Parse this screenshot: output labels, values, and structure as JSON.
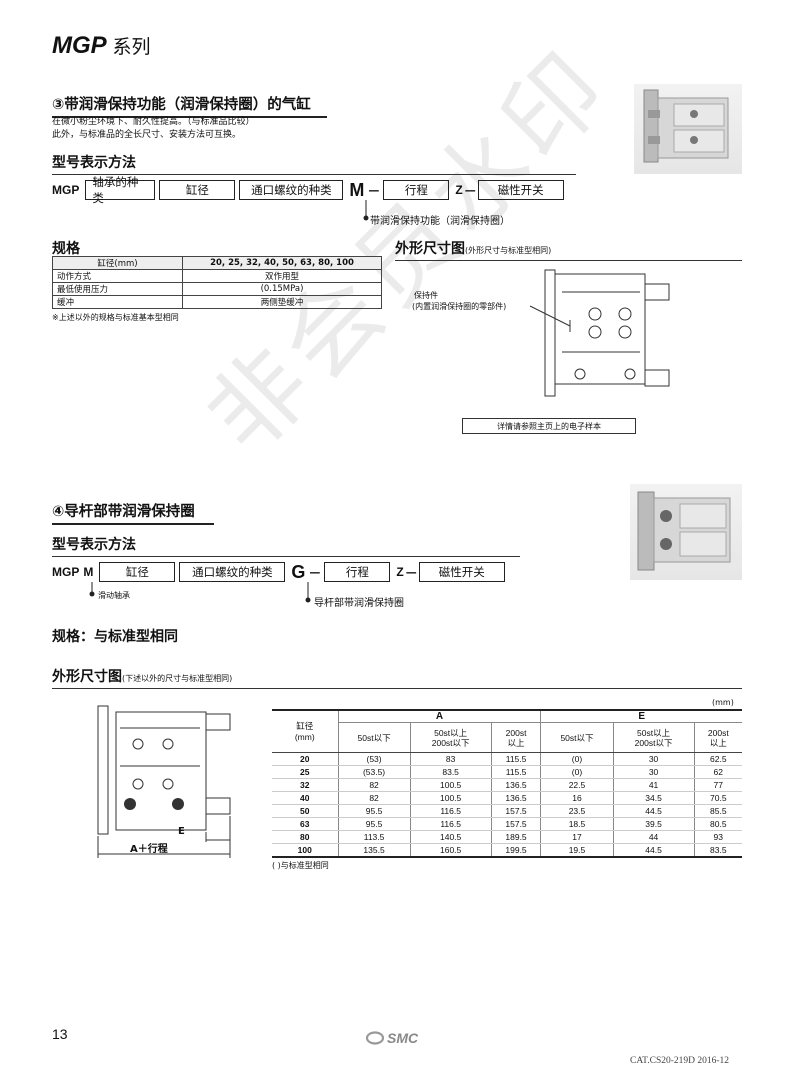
{
  "header": {
    "series_code": "MGP",
    "series_suffix": "系列"
  },
  "section3": {
    "title": "③带润滑保持功能（润滑保持圈）的气缸",
    "desc1": "在微小粉尘环境下、耐久性提高。（与标准品比较）",
    "desc2": "此外，与标准品的全长尺寸、安装方法可互换。",
    "model_heading": "型号表示方法",
    "code": {
      "prefix": "MGP",
      "b1": "轴承的种类",
      "b2": "缸径",
      "b3": "通口螺纹的种类",
      "letter1": "M",
      "dash": "—",
      "b4": "行程",
      "letter2": "Z",
      "b5": "磁性开关"
    },
    "code_note": "带润滑保持功能（润滑保持圈）",
    "spec_heading": "规格",
    "spec": {
      "rows": [
        {
          "k": "缸径(mm)",
          "v": "20, 25, 32, 40, 50, 63, 80, 100"
        },
        {
          "k": "动作方式",
          "v": "双作用型"
        },
        {
          "k": "最低使用压力",
          "v": "(0.15MPa)"
        },
        {
          "k": "缓冲",
          "v": "两侧垫缓冲"
        }
      ],
      "note": "※上述以外的规格与标准基本型相同"
    },
    "dim_heading": "外形尺寸图",
    "dim_heading_note": "(外形尺寸与标准型相同)",
    "callout1": "保持件",
    "callout2": "(内置润滑保持圈的零部件)",
    "detail_box": "详情请参照主页上的电子样本"
  },
  "section4": {
    "title": "④导杆部带润滑保持圈",
    "model_heading": "型号表示方法",
    "code": {
      "prefix": "MGP",
      "letter0": "M",
      "b2": "缸径",
      "b3": "通口螺纹的种类",
      "letter1": "G",
      "dash": "—",
      "b4": "行程",
      "letter2": "Z",
      "b5": "磁性开关"
    },
    "note_left": "滑动轴承",
    "note_right": "导杆部带润滑保持圈",
    "spec_line": "规格：与标准型相同",
    "dim_heading": "外形尺寸图",
    "dim_heading_note": "(下述以外的尺寸与标准型相同)",
    "drawing_label_a": "A＋行程",
    "drawing_label_e": "E",
    "unit": "(mm)",
    "table": {
      "col_bore": "缸径\n(mm)",
      "group_a": "A",
      "group_e": "E",
      "sub": [
        "50st以下",
        "50st以上\n200st以下",
        "200st\n以上"
      ],
      "rows": [
        [
          "20",
          "(53)",
          "83",
          "115.5",
          "(0)",
          "30",
          "62.5"
        ],
        [
          "25",
          "(53.5)",
          "83.5",
          "115.5",
          "(0)",
          "30",
          "62"
        ],
        [
          "32",
          "82",
          "100.5",
          "136.5",
          "22.5",
          "41",
          "77"
        ],
        [
          "40",
          "82",
          "100.5",
          "136.5",
          "16",
          "34.5",
          "70.5"
        ],
        [
          "50",
          "95.5",
          "116.5",
          "157.5",
          "23.5",
          "44.5",
          "85.5"
        ],
        [
          "63",
          "95.5",
          "116.5",
          "157.5",
          "18.5",
          "39.5",
          "80.5"
        ],
        [
          "80",
          "113.5",
          "140.5",
          "189.5",
          "17",
          "44",
          "93"
        ],
        [
          "100",
          "135.5",
          "160.5",
          "199.5",
          "19.5",
          "44.5",
          "83.5"
        ]
      ],
      "note": "(    )与标准型相同"
    }
  },
  "footer": {
    "page": "13",
    "brand": "SMC",
    "catalog": "CAT.CS20-219D  2016-12"
  },
  "watermark": "非会员水印"
}
